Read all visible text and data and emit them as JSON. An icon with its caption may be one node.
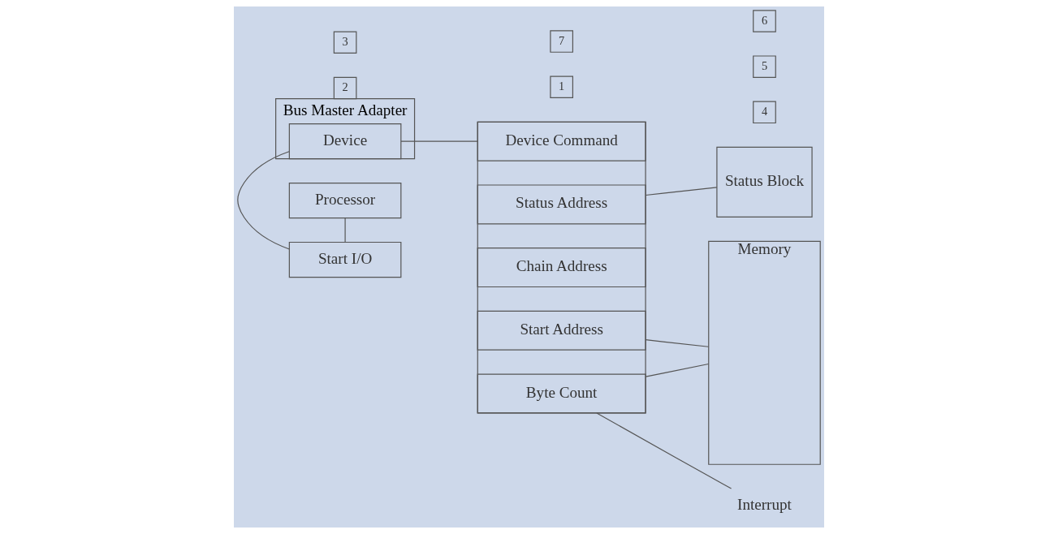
{
  "diagram": {
    "nodes": [
      {
        "text": [
          "Processor"
        ]
      },
      {
        "text": [
          "Start I/O"
        ]
      },
      {
        "text": [
          "Bus Master Adapter"
        ]
      },
      {
        "text": [
          "Device"
        ],
        "in": 2
      },
      {
        "text": [],
        "shape": "box"
      },
      {
        "text": [
          "Device Command"
        ],
        "in": 4
      },
      {
        "text": [
          "Status Address"
        ],
        "in": 4
      },
      {
        "text": [
          "Chain Address"
        ],
        "in": 4
      },
      {
        "text": [
          "Start Address"
        ],
        "in": 4
      },
      {
        "text": [
          "Byte Count"
        ],
        "in": 4
      },
      {
        "text": [
          "Memory"
        ]
      },
      {
        "text": [
          "Status Block"
        ]
      },
      {
        "text": [
          "Interrupt"
        ]
      },
      {
        "text": [
          "1"
        ]
      },
      {
        "text": [
          "2"
        ]
      },
      {
        "text": [
          "3"
        ]
      },
      {
        "text": [
          "4"
        ]
      },
      {
        "text": [
          "5"
        ]
      },
      {
        "text": [
          "6"
        ]
      },
      {
        "text": [
          "7"
        ]
      }
    ],
    "edges": [
      {
        "from": 0,
        "to": 1,
        "arrow": "none"
      },
      {
        "from": 1,
        "to": 2,
        "arrow": "none"
      },
      {
        "from": 3,
        "to": 4,
        "arrow": "none"
      },
      {
        "from": 6,
        "to": 11,
        "arrow": "none"
      },
      {
        "from": 8,
        "to": 10,
        "arrow": "none"
      },
      {
        "from": 9,
        "to": 10,
        "arrow": "none"
      },
      {
        "from": 9,
        "to": 12,
        "arrow": "none"
      }
    ]
  }
}
